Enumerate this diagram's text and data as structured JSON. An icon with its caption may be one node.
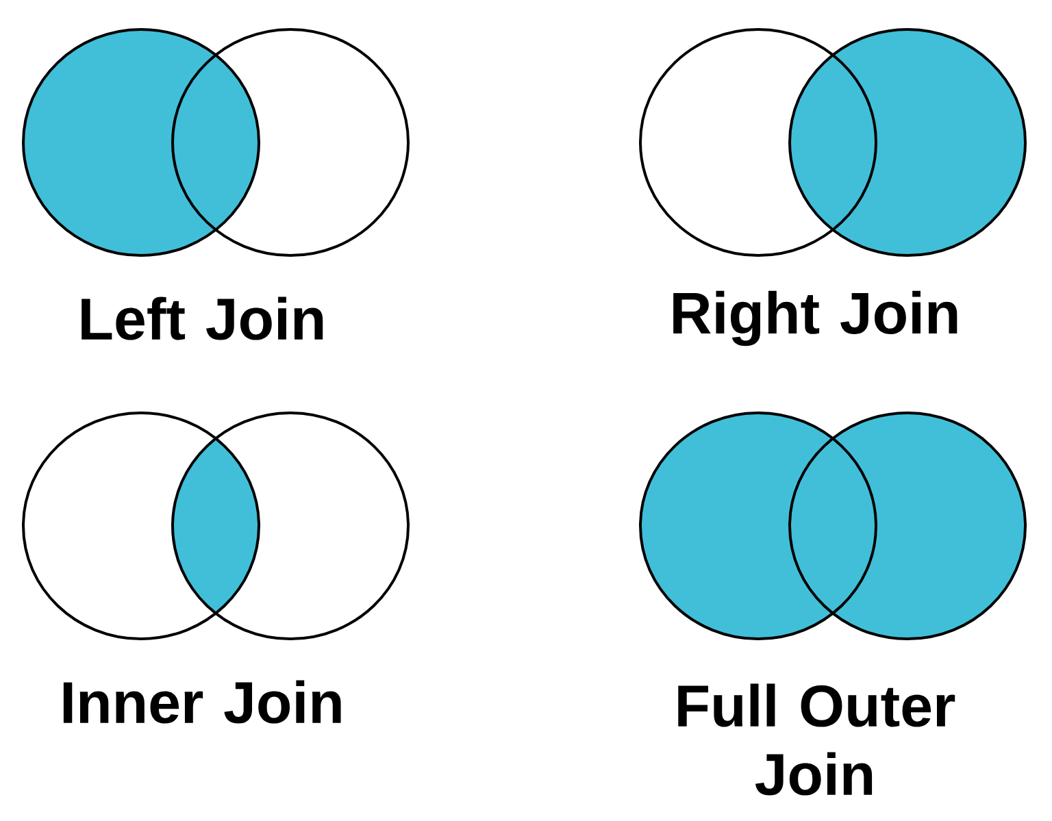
{
  "diagram": {
    "labels": [
      "Left Join",
      "Right Join",
      "Inner Join",
      "Full Outer Join"
    ]
  }
}
